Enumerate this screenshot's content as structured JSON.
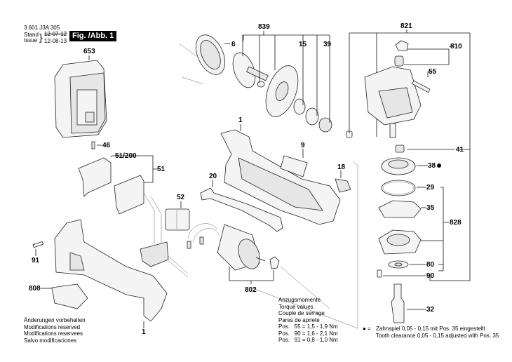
{
  "header": {
    "part_number": "3 601 J3A 305",
    "stand_label": "Stand",
    "issue_label": "Issue",
    "old_date_struck": "12-07-12",
    "issue_date": "12-08-13",
    "figure_badge": "Fig. /Abb. 1"
  },
  "labels": {
    "p653": "653",
    "p6": "6",
    "p839": "839",
    "p15": "15",
    "p39": "39",
    "p821": "821",
    "p810": "810",
    "p55": "55",
    "p1_top": "1",
    "p9": "9",
    "p18": "18",
    "p41": "41",
    "p38": "38",
    "p29": "29",
    "p35": "35",
    "p828": "828",
    "p80": "80",
    "p90": "90",
    "p32": "32",
    "p46": "46",
    "p51_200": "51/200",
    "p51": "51",
    "p52": "52",
    "p20": "20",
    "p91": "91",
    "p808": "808",
    "p802": "802",
    "p1_bottom": "1"
  },
  "notes": {
    "modifications": [
      "Änderungen vorbehalten",
      "Modifications reserved",
      "Modifications reservees",
      "Salvo modificaciones"
    ],
    "torque": [
      "Anzugsmomente",
      "Torque values",
      "Couple de serrage",
      "Pares de apriete",
      "Pos.   55 = 1,5 - 1,9 Nm",
      "Pos.   90 = 1,6 - 2,1 Nm",
      "Pos.   91 = 0,8 - 1,0 Nm"
    ],
    "legend_symbol": "● =",
    "legend_lines": [
      "Zahnspiel 0,05 - 0,15 mit Pos. 35 eingestellt",
      "Tooth clearance 0,05 - 0,15 adjusted with Pos. 35"
    ]
  }
}
